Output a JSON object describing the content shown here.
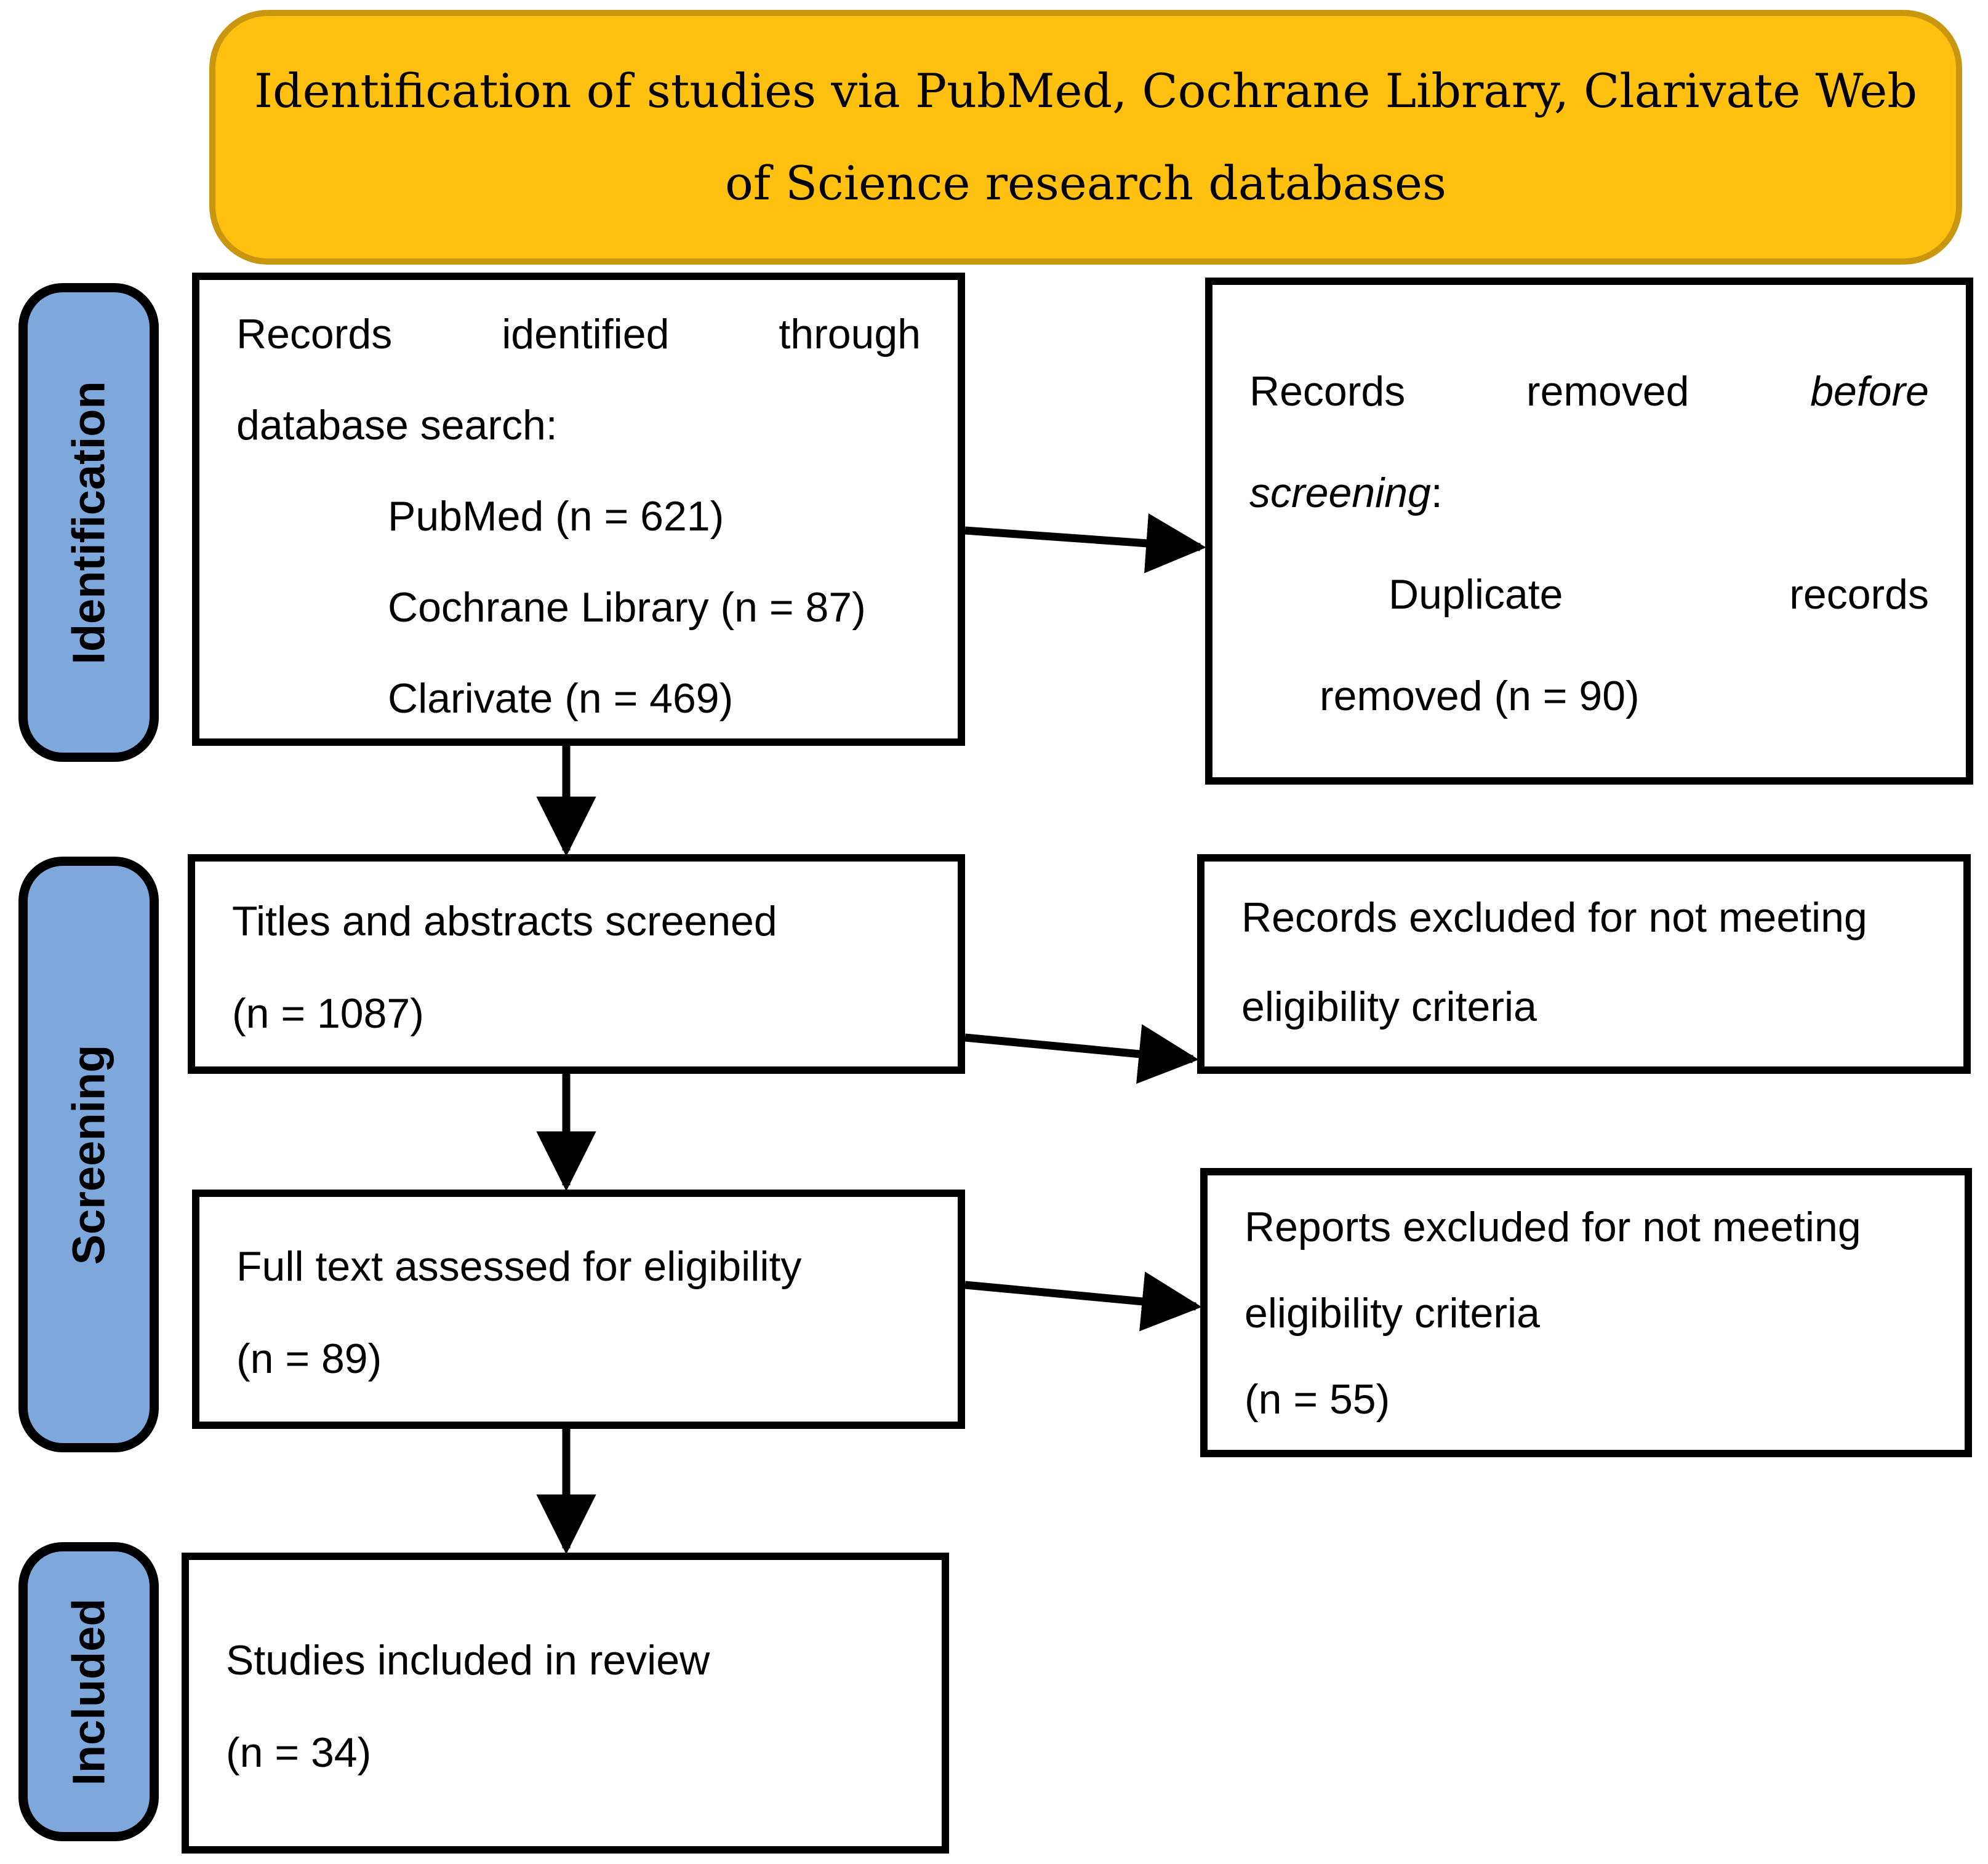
{
  "banner": {
    "line1": "Identification of studies via PubMed, Cochrane Library, Clarivate Web",
    "line2": "of Science research databases"
  },
  "stages": {
    "identification": "Identification",
    "screening": "Screening",
    "included": "Included"
  },
  "boxes": {
    "records_identified": {
      "justify_line": {
        "w0": "Records",
        "w1": "identified",
        "w2": "through"
      },
      "line2": "database search:",
      "items": [
        "PubMed (n = 621)",
        "Cochrane Library (n = 87)",
        "Clarivate (n = 469)"
      ]
    },
    "records_removed": {
      "justify_line": {
        "w0": "Records",
        "w1": "removed",
        "w2_italic": "before"
      },
      "line2_italic": "screening",
      "line2_colon": ":",
      "justify_line2": {
        "w0": "Duplicate",
        "w1": "records"
      },
      "line4": "removed (n = 90)"
    },
    "titles_screened": {
      "line1": "Titles and abstracts screened",
      "line2": "(n = 1087)"
    },
    "records_excluded": {
      "line1": "Records excluded for not meeting",
      "line2": "eligibility criteria"
    },
    "full_text_assessed": {
      "line1": "Full text assessed for eligibility",
      "line2": "(n = 89)"
    },
    "reports_excluded": {
      "line1": "Reports excluded for not meeting",
      "line2": "eligibility criteria",
      "line3": "(n = 55)"
    },
    "studies_included": {
      "line1": "Studies included in review",
      "line2": "(n = 34)"
    }
  },
  "colors": {
    "banner_fill": "#FFC010",
    "banner_border": "#C9960F",
    "stage_fill": "#7EA7DC",
    "stage_border": "#000000",
    "box_border": "#000000",
    "arrow_color": "#000000",
    "text_color": "#000000"
  }
}
